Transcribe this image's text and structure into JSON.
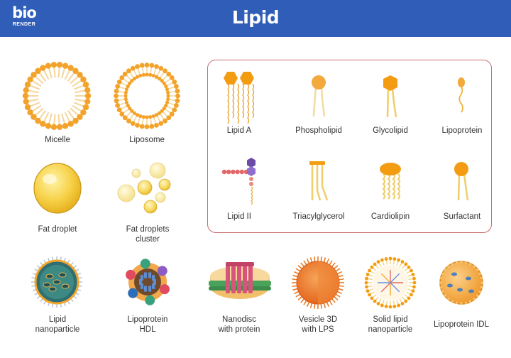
{
  "header": {
    "logo_main": "bio",
    "logo_sub": "RENDER",
    "title": "Lipid"
  },
  "items": {
    "micelle": "Micelle",
    "liposome": "Liposome",
    "fat_droplet": "Fat droplet",
    "fat_droplets_cluster": "Fat droplets\ncluster",
    "lipid_nanoparticle": "Lipid\nnanoparticle",
    "lipoprotein_hdl": "Lipoprotein\nHDL",
    "nanodisc": "Nanodisc\nwith protein",
    "vesicle_lps": "Vesicle 3D\nwith LPS",
    "solid_lipid_nanoparticle": "Solid lipid\nnanoparticle",
    "lipoprotein_idl": "Lipoprotein IDL"
  },
  "panel_items": {
    "lipid_a": "Lipid A",
    "phospholipid": "Phospholipid",
    "glycolipid": "Glycolipid",
    "lipoprotein": "Lipoprotein",
    "lipid_ii": "Lipid II",
    "triacylglycerol": "Triacylglycerol",
    "cardiolipin": "Cardiolipin",
    "surfactant": "Surfactant"
  },
  "colors": {
    "header_bg": "#2f5db7",
    "lipid_orange": "#f5a623",
    "tail_yellow": "#f0d58c",
    "panel_border": "#c96b6b"
  }
}
